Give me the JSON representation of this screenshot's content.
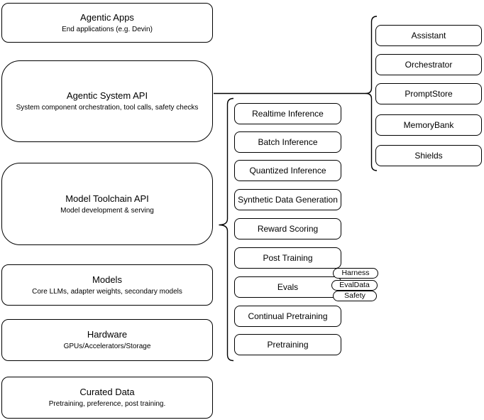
{
  "diagram": {
    "left_stack": [
      {
        "title": "Agentic Apps",
        "subtitle": "End applications (e.g. Devin)"
      },
      {
        "title": "Agentic System API",
        "subtitle": "System component orchestration, tool calls, safety checks"
      },
      {
        "title": "Model Toolchain API",
        "subtitle": "Model development & serving"
      },
      {
        "title": "Models",
        "subtitle": "Core LLMs, adapter weights, secondary models"
      },
      {
        "title": "Hardware",
        "subtitle": "GPUs/Accelerators/Storage"
      },
      {
        "title": "Curated Data",
        "subtitle": "Pretraining, preference, post training."
      }
    ],
    "toolchain_services": [
      {
        "label": "Realtime Inference"
      },
      {
        "label": "Batch Inference"
      },
      {
        "label": "Quantized Inference"
      },
      {
        "label": "Synthetic Data Generation"
      },
      {
        "label": "Reward Scoring"
      },
      {
        "label": "Post Training"
      },
      {
        "label": "Evals"
      },
      {
        "label": "Continual Pretraining"
      },
      {
        "label": "Pretraining"
      }
    ],
    "evals_tags": [
      {
        "label": "Harness"
      },
      {
        "label": "EvalData"
      },
      {
        "label": "Safety"
      }
    ],
    "system_components": [
      {
        "label": "Assistant"
      },
      {
        "label": "Orchestrator"
      },
      {
        "label": "PromptStore"
      },
      {
        "label": "MemoryBank"
      },
      {
        "label": "Shields"
      }
    ],
    "colors": {
      "stroke": "#000000",
      "fill": "#ffffff",
      "text": "#000000"
    }
  }
}
